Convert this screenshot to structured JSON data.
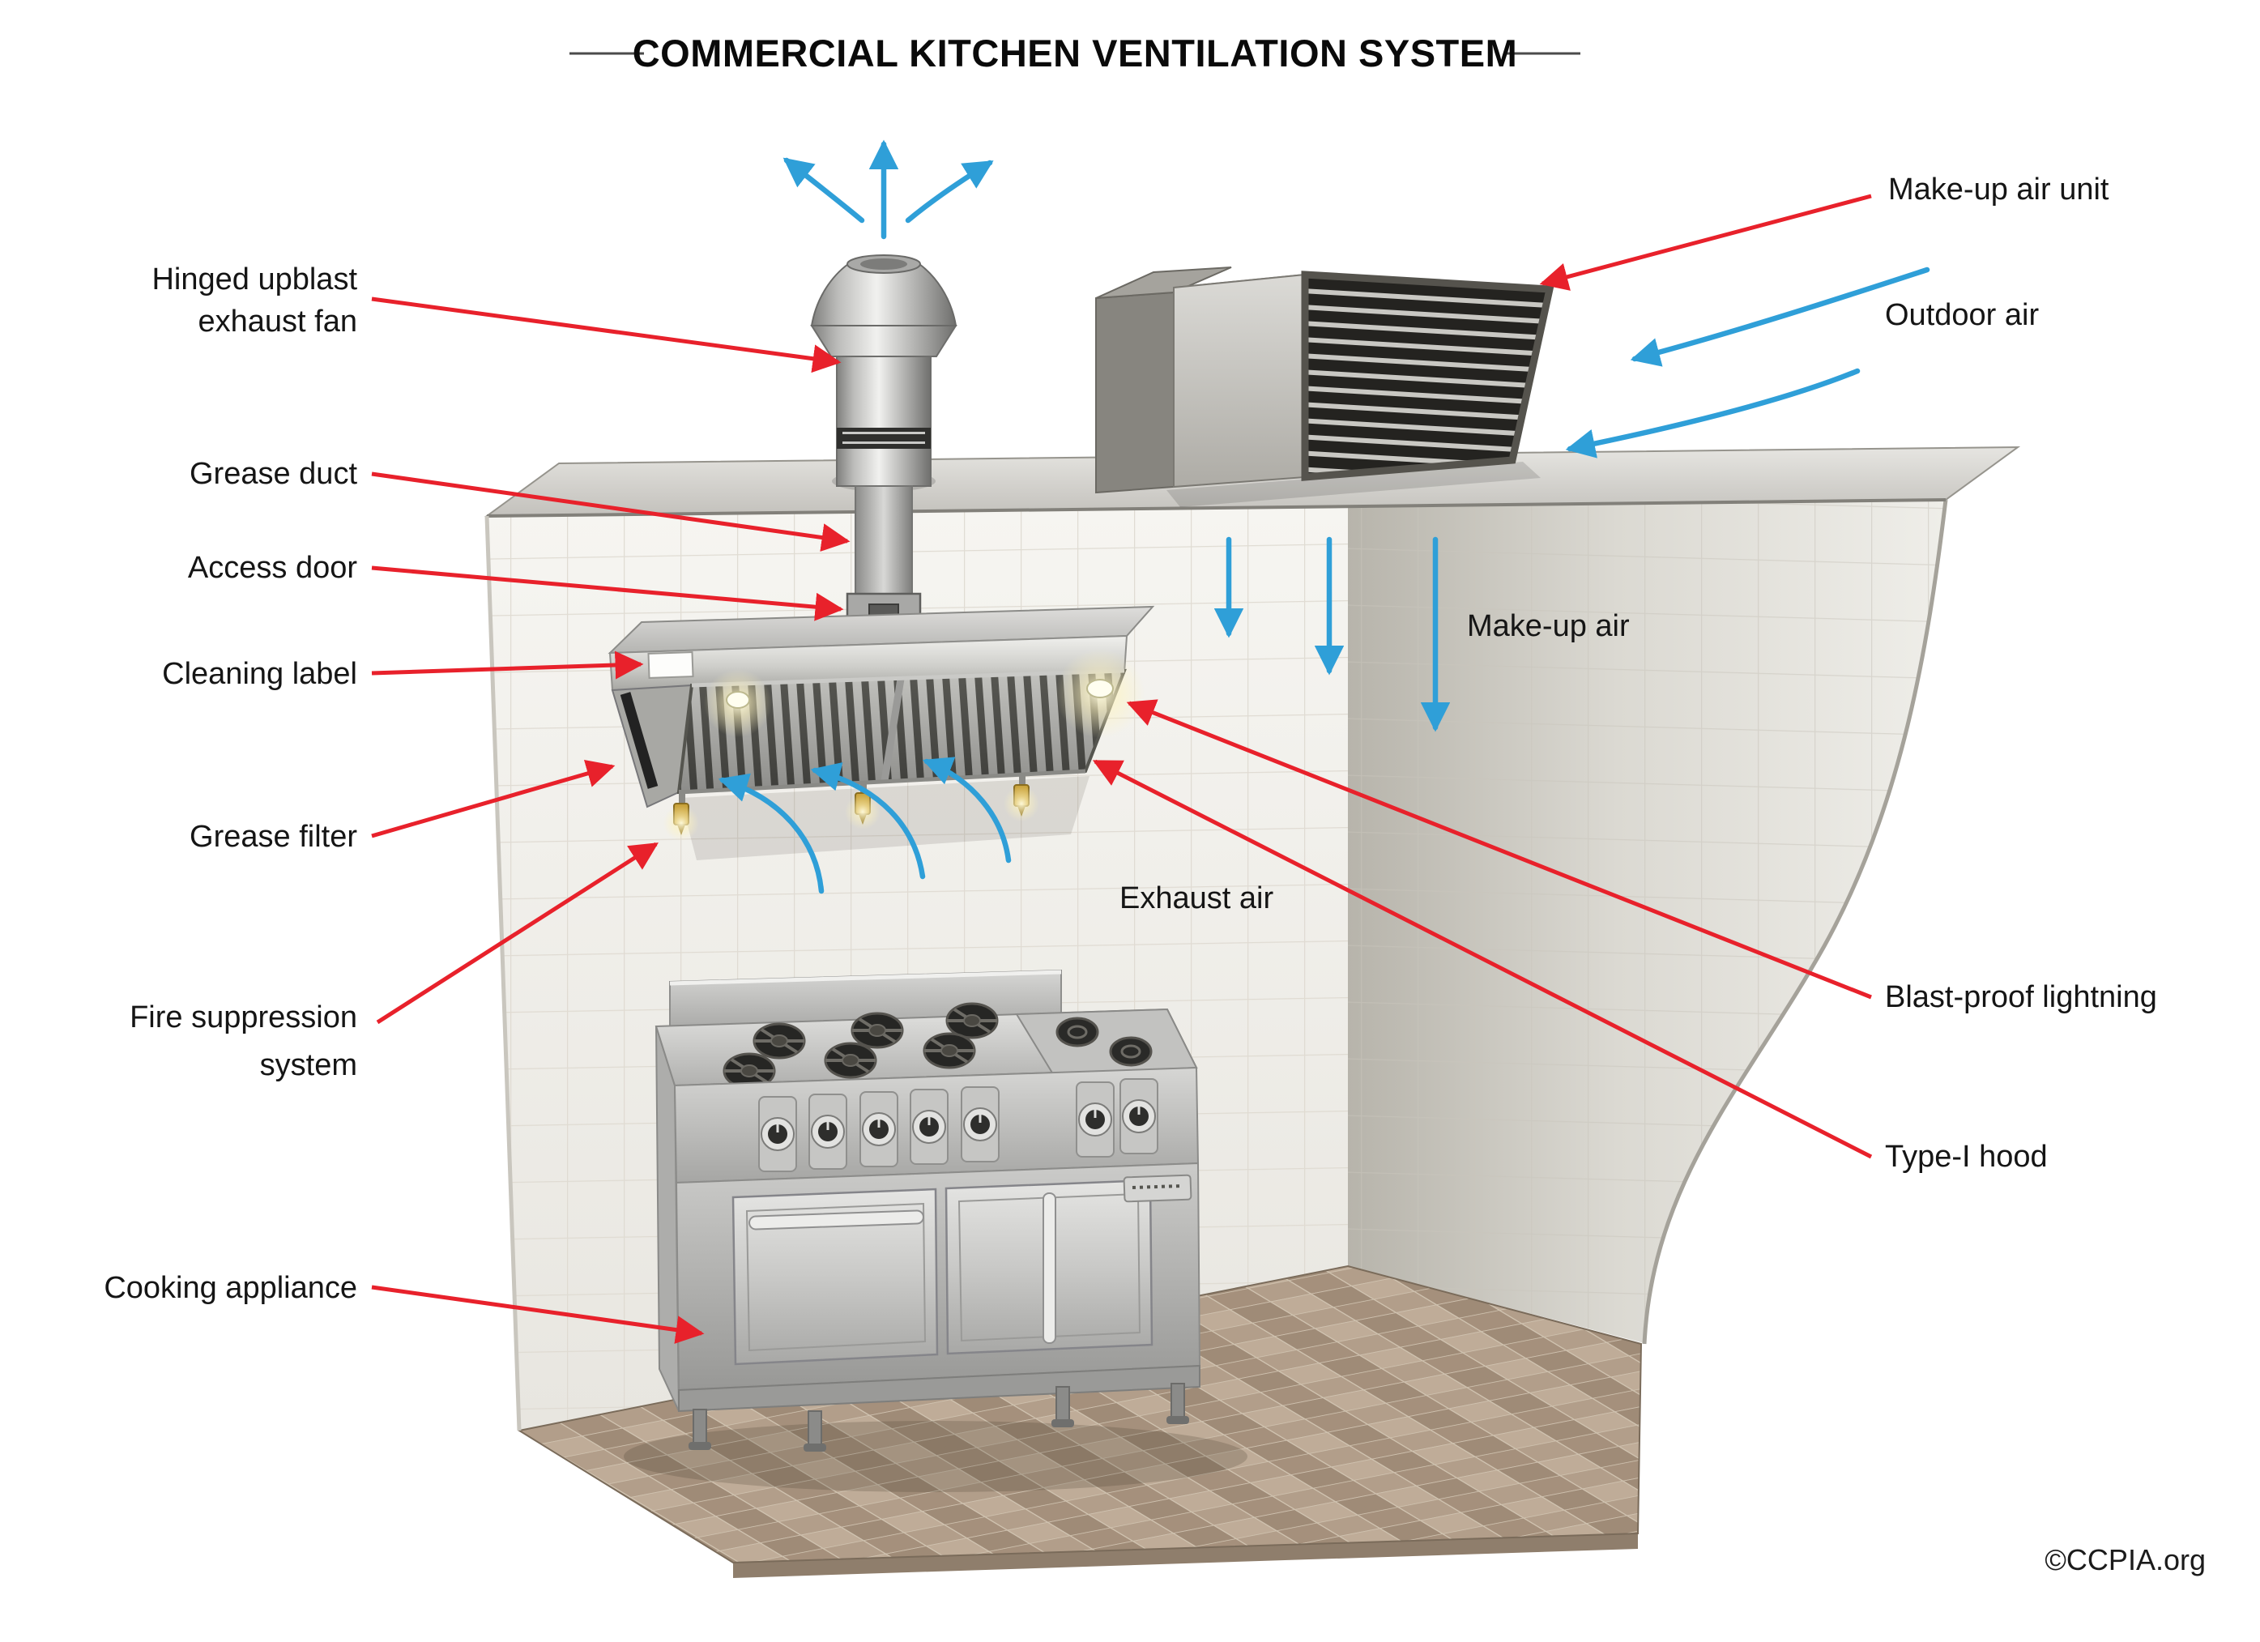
{
  "title": "COMMERCIAL KITCHEN VENTILATION SYSTEM",
  "credit": "©CCPIA.org",
  "labels": {
    "hinged_upblast_exhaust_fan": {
      "line1": "Hinged upblast",
      "line2": "exhaust fan"
    },
    "grease_duct": "Grease duct",
    "access_door": "Access door",
    "cleaning_label": "Cleaning label",
    "grease_filter": "Grease filter",
    "fire_suppression_system": {
      "line1": "Fire suppression",
      "line2": "system"
    },
    "cooking_appliance": "Cooking appliance",
    "make_up_air_unit": "Make-up air unit",
    "outdoor_air": "Outdoor air",
    "make_up_air": "Make-up air",
    "exhaust_air": "Exhaust air",
    "blast_proof_lightning": "Blast-proof lightning",
    "type_i_hood": "Type-I hood"
  },
  "colors": {
    "background": "#ffffff",
    "label_text": "#151515",
    "arrow_red": "#e8212b",
    "arrow_blue": "#2f9fd8",
    "stainless_light": "#e8e8e6",
    "stainless_dark": "#8c8c8a",
    "wall": "#f3f2ee",
    "floor_tile": "#b5a28e"
  }
}
